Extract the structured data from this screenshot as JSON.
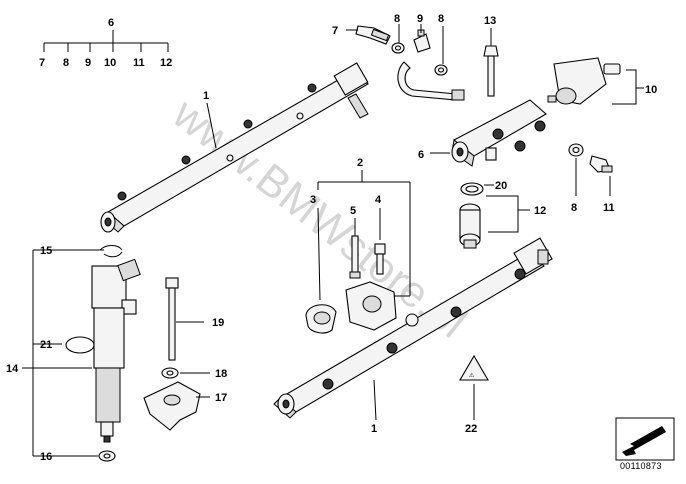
{
  "callouts": {
    "c6_top": "6",
    "c7_top": "7",
    "c8_top": "8",
    "c9_top": "9",
    "c10_top": "10",
    "c11_top": "11",
    "c12_top": "12",
    "c1_rail_top": "1",
    "c7_bolt": "7",
    "c8_a": "8",
    "c9_valve": "9",
    "c8_b": "8",
    "c13": "13",
    "c10_sensor": "10",
    "c6_block": "6",
    "c2": "2",
    "c3": "3",
    "c5": "5",
    "c4": "4",
    "c20": "20",
    "c12_sensor": "12",
    "c8_c": "8",
    "c11_fitting": "11",
    "c15": "15",
    "c21": "21",
    "c14": "14",
    "c16": "16",
    "c19": "19",
    "c18": "18",
    "c17": "17",
    "c1_rail_bottom": "1",
    "c22": "22"
  },
  "watermark": "www.BMWstore.pl",
  "document_number": "00110873",
  "icons": {
    "warning_label": "warning-triangle-icon",
    "navigation_arrow": "arrow-icon"
  }
}
